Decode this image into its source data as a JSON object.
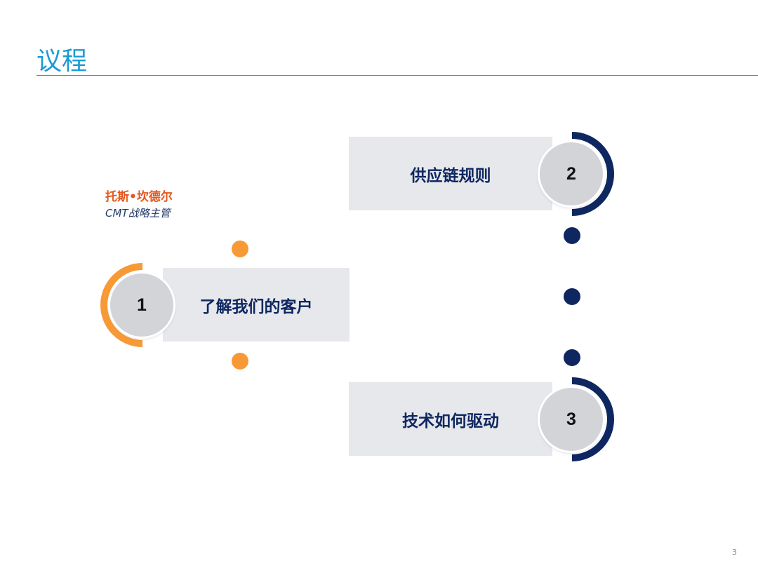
{
  "slide": {
    "title": "议程",
    "page_number": "3"
  },
  "speaker": {
    "name": "托斯•坎德尔",
    "role": "CMT战略主管"
  },
  "agenda": [
    {
      "number": "1",
      "label": "了解我们的客户",
      "accent": "#f79a36"
    },
    {
      "number": "2",
      "label": "供应链规则",
      "accent": "#0f2761"
    },
    {
      "number": "3",
      "label": "技术如何驱动",
      "accent": "#0f2761"
    }
  ],
  "colors": {
    "title_blue": "#1a9bd6",
    "navy": "#0f2761",
    "orange": "#f79a36",
    "speaker_orange": "#e2581c",
    "panel_gray": "#e6e8eb",
    "disc_gray": "#d3d4d8"
  }
}
